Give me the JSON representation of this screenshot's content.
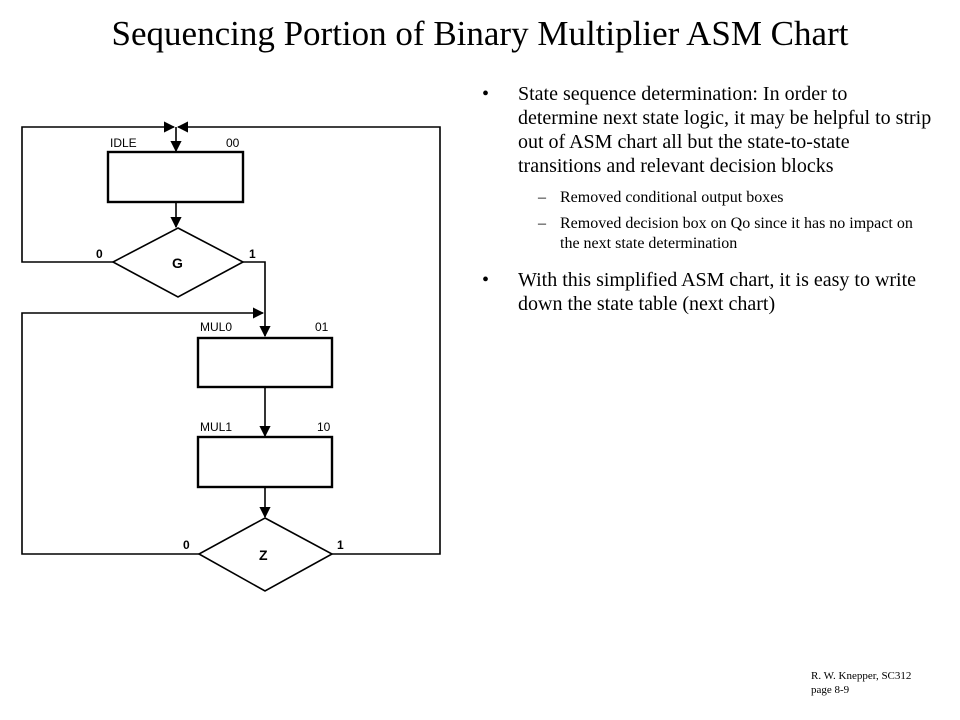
{
  "title": "Sequencing Portion of Binary Multiplier ASM Chart",
  "diagram": {
    "states": [
      {
        "name": "IDLE",
        "code": "00"
      },
      {
        "name": "MUL0",
        "code": "01"
      },
      {
        "name": "MUL1",
        "code": "10"
      }
    ],
    "decisions": [
      {
        "label": "G",
        "false_label": "0",
        "true_label": "1"
      },
      {
        "label": "Z",
        "false_label": "0",
        "true_label": "1"
      }
    ]
  },
  "bullets": [
    {
      "text": "State sequence determination:  In order to determine next state logic, it may be helpful to strip out of ASM chart all but the state-to-state transitions and relevant decision blocks",
      "subitems": [
        "Removed conditional output boxes",
        "Removed decision box on Qo since it has no impact on the next state determination"
      ]
    },
    {
      "text": "With this simplified ASM chart, it is easy to write down the state table (next chart)",
      "subitems": []
    }
  ],
  "footer": {
    "line1": "R. W.  Knepper, SC312",
    "line2": "page 8-9"
  }
}
